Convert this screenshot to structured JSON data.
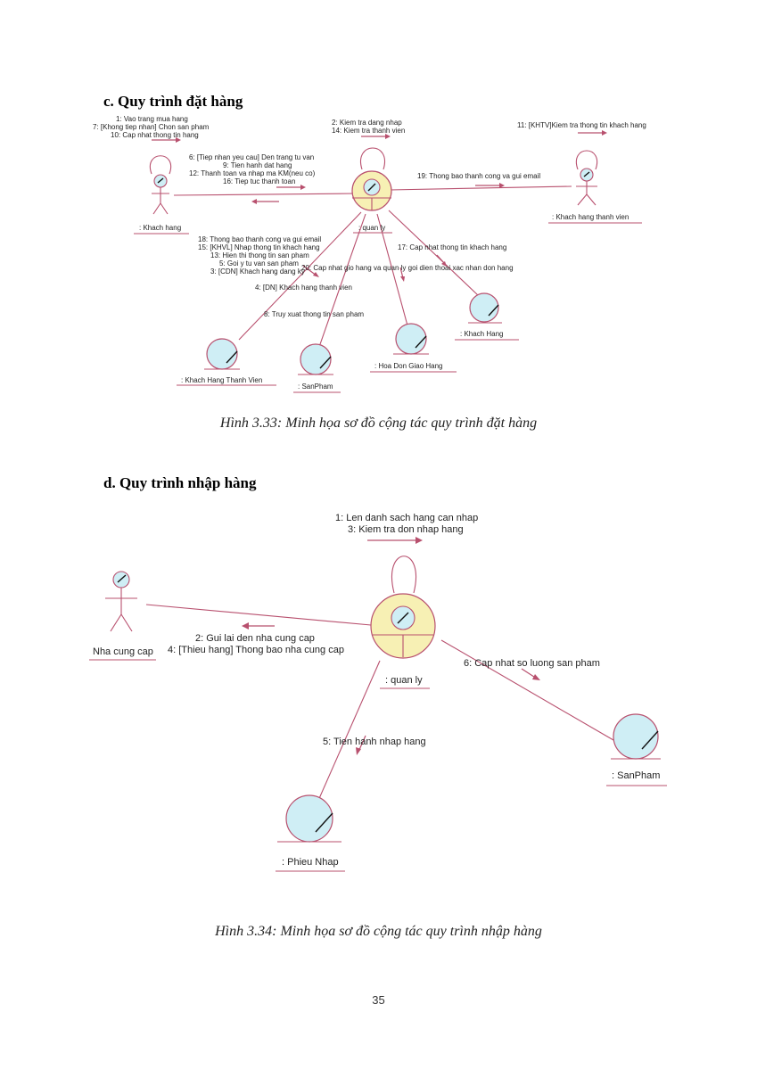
{
  "section_c": {
    "heading": "c. Quy trình đặt hàng",
    "caption": "Hình 3.33: Minh họa sơ đồ cộng tác quy trình đặt hàng",
    "objects": {
      "khach_hang_actor": ": Khach hang",
      "quan_ly": ": quan ly",
      "khach_hang_thanh_vien_actor": ": Khach hang thanh vien",
      "khach_hang_entity": ": Khach Hang",
      "khach_hang_thanh_vien_entity": ": Khach Hang Thanh Vien",
      "san_pham": ": SanPham",
      "hoa_don_giao_hang": ": Hoa Don Giao Hang"
    },
    "messages": {
      "m1": "1: Vao trang mua hang",
      "m7": "7: [Khong tiep nhan] Chon san pham",
      "m10": "10: Cap nhat thong tin hang",
      "m2": "2: Kiem tra dang nhap",
      "m14": "14: Kiem tra thanh vien",
      "m11": "11: [KHTV]Kiem tra thong tin khach hang",
      "m6": "6: [Tiep nhan yeu cau] Den trang tu van",
      "m9": "9: Tien hanh dat hang",
      "m12": "12: Thanh toan va nhap ma KM(neu co)",
      "m16": "16: Tiep tuc thanh toan",
      "m19": "19: Thong bao thanh cong va gui email",
      "m18": "18: Thong bao thanh cong va gui email",
      "m15": "15: [KHVL] Nhap thong tin khach hang",
      "m13": "13: Hien thi thong tin san pham",
      "m5": "5: Goi y tu van san pham",
      "m3": "3: [CDN] Khach hang dang ky",
      "m17": "17: Cap nhat thong tin khach hang",
      "m20": "20: Cap nhat gio hang va quan ly goi dien thoai xac nhan don hang",
      "m4": "4: [DN] Khach hang thanh vien",
      "m8": "8: Truy xuat thong tin san pham"
    }
  },
  "section_d": {
    "heading": "d. Quy trình nhập hàng",
    "caption": "Hình 3.34: Minh họa sơ đồ cộng tác quy trình nhập hàng",
    "objects": {
      "nha_cung_cap": "Nha cung cap",
      "quan_ly": ": quan ly",
      "san_pham": ": SanPham",
      "phieu_nhap": ": Phieu Nhap"
    },
    "messages": {
      "m1": "1: Len danh sach hang can nhap",
      "m3": "3: Kiem tra don nhap hang",
      "m2": "2: Gui lai den nha cung cap",
      "m4": "4: [Thieu hang] Thong bao nha cung cap",
      "m6": "6: Cap nhat so luong san pham",
      "m5": "5: Tien hanh nhap hang"
    }
  },
  "page_number": "35"
}
